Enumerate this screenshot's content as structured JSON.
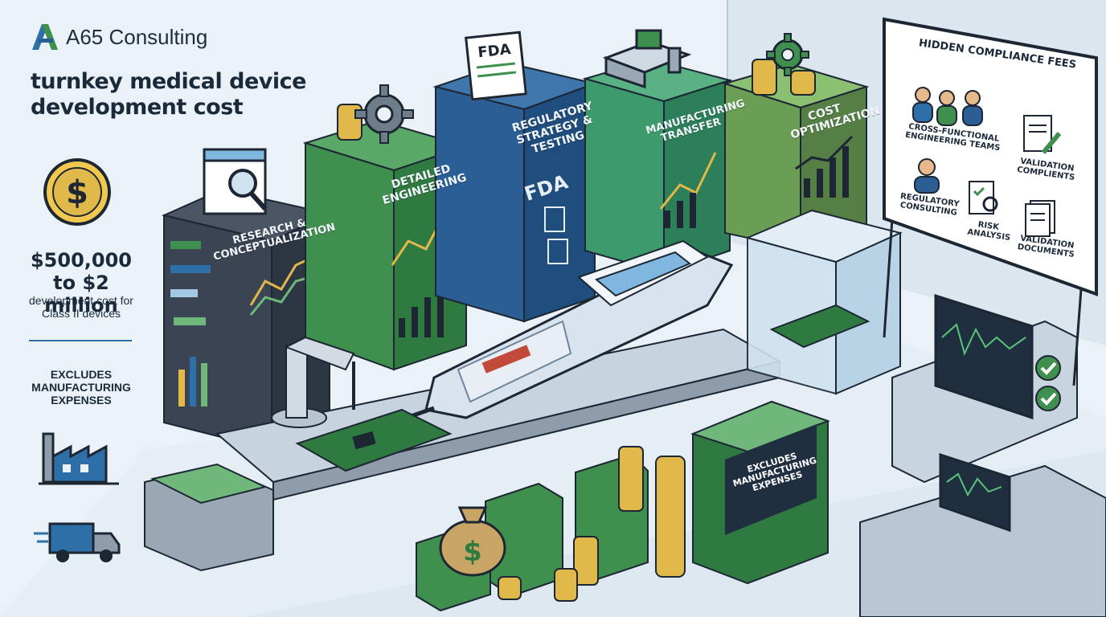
{
  "brand": {
    "name": "A65 Consulting",
    "accent": "#2f6fa8",
    "secondary": "#3f8f4f"
  },
  "headline": "turnkey medical device development cost",
  "cost": {
    "range": "$500,000 to $2 million",
    "note": "development cost for Class II devices"
  },
  "exclusion_note": "EXCLUDES MANUFACTURING EXPENSES",
  "phases": [
    {
      "label": "RESEARCH & CONCEPTUALIZATION",
      "color": "#3a4452"
    },
    {
      "label": "DETAILED ENGINEERING",
      "color": "#3f8f4f"
    },
    {
      "label": "REGULATORY STRATEGY & TESTING",
      "color": "#2a5e95"
    },
    {
      "label": "MANUFACTURING TRANSFER",
      "color": "#3c9a6d"
    },
    {
      "label": "COST OPTIMIZATION",
      "color": "#6a9e55"
    }
  ],
  "fda_text": "FDA",
  "whiteboard": {
    "title": "HIDDEN COMPLIANCE FEES",
    "items": [
      "CROSS-FUNCTIONAL ENGINEERING TEAMS",
      "VALIDATION COMPLIENTS",
      "REGULATORY CONSULTING",
      "RISK ANALYSIS",
      "VALIDATION DOCUMENTS"
    ]
  },
  "money_stack_label": "EXCLUDES MANUFACTURING EXPENSES",
  "icons": [
    "coin-dollar-icon",
    "factory-icon",
    "delivery-truck-icon",
    "money-bag-icon",
    "magnifier-icon",
    "gear-icon",
    "checkmark-icon"
  ]
}
